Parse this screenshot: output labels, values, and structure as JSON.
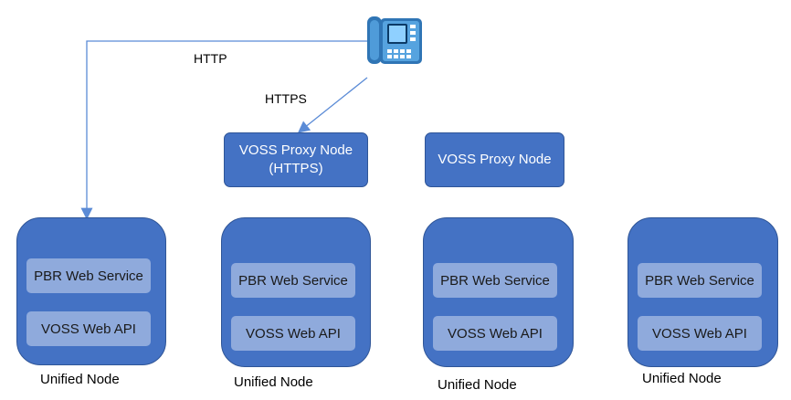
{
  "labels": {
    "http": "HTTP",
    "https": "HTTPS"
  },
  "proxies": [
    {
      "line1": "VOSS Proxy Node",
      "line2": "(HTTPS)"
    },
    {
      "line1": "VOSS Proxy Node",
      "line2": ""
    }
  ],
  "nodes": [
    {
      "service": "PBR Web Service",
      "api": "VOSS Web API",
      "caption": "Unified Node"
    },
    {
      "service": "PBR Web Service",
      "api": "VOSS Web API",
      "caption": "Unified Node"
    },
    {
      "service": "PBR Web Service",
      "api": "VOSS Web API",
      "caption": "Unified Node"
    },
    {
      "service": "PBR Web Service",
      "api": "VOSS Web API",
      "caption": "Unified Node"
    }
  ],
  "icons": {
    "phone": "ip-phone-icon"
  },
  "colors": {
    "node_fill": "#4472c4",
    "service_fill": "#8faadc",
    "connector": "#5b8bd6"
  }
}
